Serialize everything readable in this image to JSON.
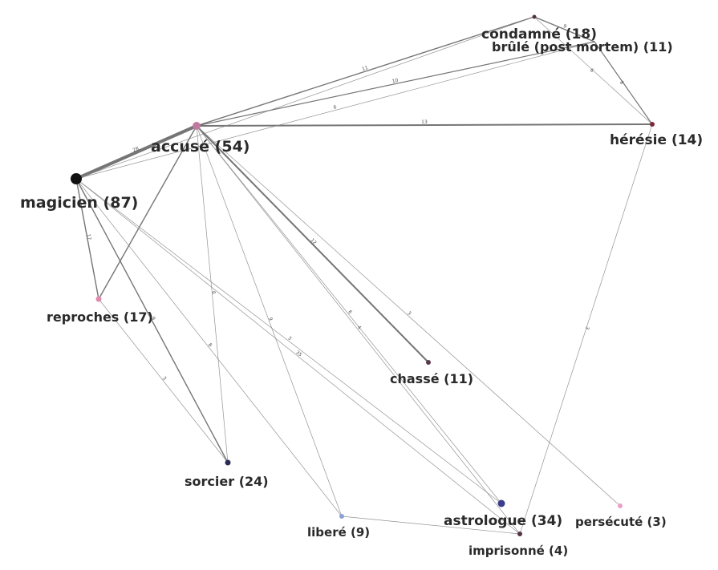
{
  "nodes": [
    {
      "id": "magicien",
      "label": "magicien (87)",
      "color": "#111111"
    },
    {
      "id": "accuse",
      "label": "accusé (54)",
      "color": "#c07aa0"
    },
    {
      "id": "astrologue",
      "label": "astrologue (34)",
      "color": "#3b3c8a"
    },
    {
      "id": "sorcier",
      "label": "sorcier (24)",
      "color": "#2b2b55"
    },
    {
      "id": "reproches",
      "label": "reproches (17)",
      "color": "#e08ab0"
    },
    {
      "id": "condamne",
      "label": "condamné (18)",
      "color": "#553344"
    },
    {
      "id": "heresie",
      "label": "hérésie (14)",
      "color": "#7a2a3a"
    },
    {
      "id": "brule",
      "label": "brûlé (post mortem) (11)",
      "color": "#555555"
    },
    {
      "id": "chasse",
      "label": "chassé (11)",
      "color": "#5a3a4a"
    },
    {
      "id": "libere",
      "label": "liberé (9)",
      "color": "#8aa0d8"
    },
    {
      "id": "imprisonne",
      "label": "imprisonné (4)",
      "color": "#553344"
    },
    {
      "id": "persecute",
      "label": "persécuté (3)",
      "color": "#e8a0c8"
    }
  ],
  "edges": [
    {
      "source": "magicien",
      "target": "accuse",
      "weight": "28"
    },
    {
      "source": "accuse",
      "target": "heresie",
      "weight": "13"
    },
    {
      "source": "accuse",
      "target": "condamne",
      "weight": "11"
    },
    {
      "source": "accuse",
      "target": "brule",
      "weight": "10"
    },
    {
      "source": "magicien",
      "target": "brule",
      "weight": "6"
    },
    {
      "source": "magicien",
      "target": "condamne",
      "weight": ""
    },
    {
      "source": "accuse",
      "target": "chasse",
      "weight": "12"
    },
    {
      "source": "accuse",
      "target": "reproches",
      "weight": ""
    },
    {
      "source": "accuse",
      "target": "sorcier",
      "weight": "6"
    },
    {
      "source": "accuse",
      "target": "libere",
      "weight": "9"
    },
    {
      "source": "accuse",
      "target": "astrologue",
      "weight": "6"
    },
    {
      "source": "accuse",
      "target": "imprisonne",
      "weight": "4"
    },
    {
      "source": "accuse",
      "target": "persecute",
      "weight": "3"
    },
    {
      "source": "magicien",
      "target": "reproches",
      "weight": "17"
    },
    {
      "source": "magicien",
      "target": "sorcier",
      "weight": "9"
    },
    {
      "source": "magicien",
      "target": "libere",
      "weight": "8"
    },
    {
      "source": "magicien",
      "target": "astrologue",
      "weight": "3"
    },
    {
      "source": "magicien",
      "target": "imprisonne",
      "weight": "35"
    },
    {
      "source": "reproches",
      "target": "sorcier",
      "weight": "3"
    },
    {
      "source": "heresie",
      "target": "brule",
      "weight": "8"
    },
    {
      "source": "heresie",
      "target": "condamne",
      "weight": "9"
    },
    {
      "source": "heresie",
      "target": "imprisonne",
      "weight": "3"
    },
    {
      "source": "condamne",
      "target": "brule",
      "weight": "9"
    },
    {
      "source": "libere",
      "target": "imprisonne",
      "weight": ""
    }
  ]
}
